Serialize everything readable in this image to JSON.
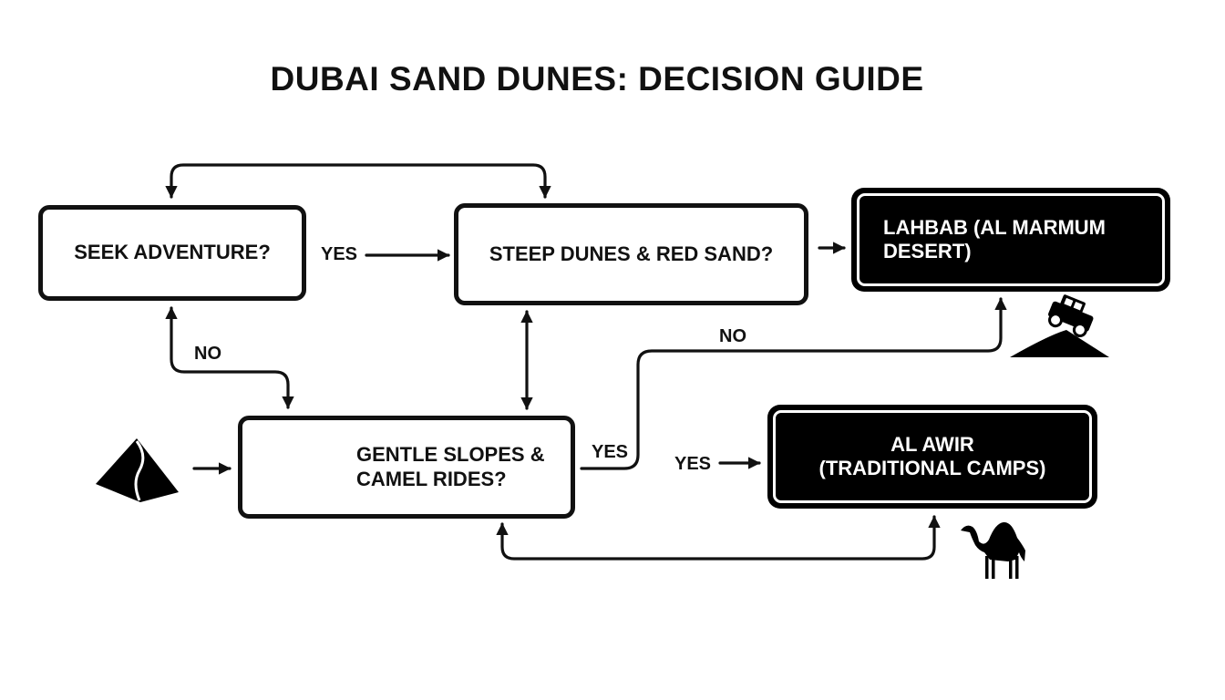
{
  "title": "DUBAI SAND DUNES: DECISION GUIDE",
  "nodes": {
    "seek_adventure": "SEEK ADVENTURE?",
    "steep_dunes": "STEEP DUNES & RED SAND?",
    "gentle_slopes_line1": "GENTLE SLOPES &",
    "gentle_slopes_line2": "CAMEL RIDES?",
    "lahbab_line1": "LAHBAB (AL MARMUM",
    "lahbab_line2": "DESERT)",
    "al_awir_line1": "AL AWIR",
    "al_awir_line2": "(TRADITIONAL CAMPS)"
  },
  "labels": {
    "yes_1": "YES",
    "no_left": "NO",
    "no_middle": "NO",
    "yes_2": "YES",
    "yes_3": "YES"
  },
  "icons": {
    "pyramid": "pyramid-icon",
    "dune_waves": "dune-waves-icon",
    "jeep_on_dune": "jeep-on-dune-icon",
    "camel": "camel-icon"
  },
  "colors": {
    "ink": "#111111",
    "terminal_fill": "#000000",
    "background": "#ffffff"
  }
}
